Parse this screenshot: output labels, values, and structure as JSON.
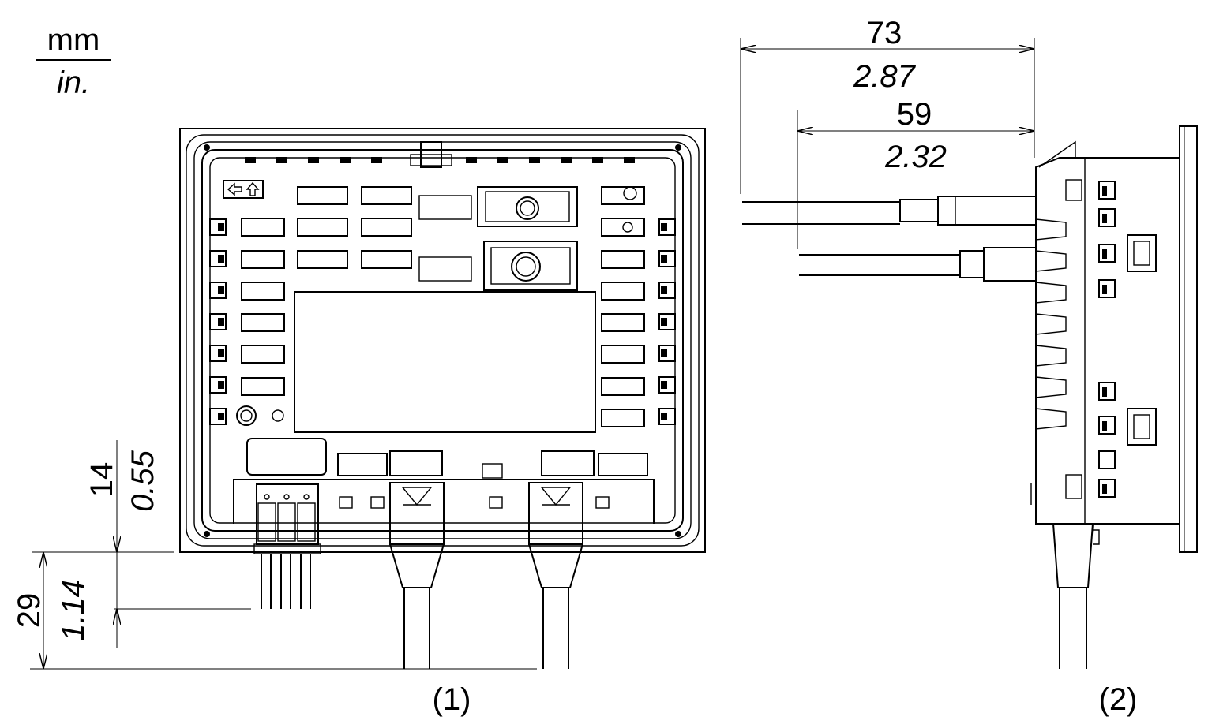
{
  "units": {
    "metric": "mm",
    "imperial": "in."
  },
  "dimensions": {
    "overall_depth": {
      "mm": "73",
      "in": "2.87"
    },
    "panel_depth": {
      "mm": "59",
      "in": "2.32"
    },
    "connector_offset": {
      "mm": "14",
      "in": "0.55"
    },
    "cable_clearance": {
      "mm": "29",
      "in": "1.14"
    }
  },
  "views": {
    "rear": "(1)",
    "side": "(2)"
  },
  "icons": {
    "rear_label_arrows": "left-arrow-icon, up-arrow-icon"
  }
}
